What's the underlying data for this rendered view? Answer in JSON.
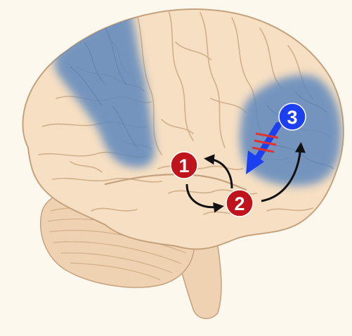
{
  "markers": [
    {
      "label": "1",
      "color": "#c0141d",
      "role": "red-node"
    },
    {
      "label": "2",
      "color": "#c0141d",
      "role": "red-node"
    },
    {
      "label": "3",
      "color": "#1c3ff0",
      "role": "blue-node"
    }
  ],
  "colors": {
    "background": "#fcf8ee",
    "brain_fill": "#f6dfc2",
    "brain_outline": "#c4a27e",
    "gyri_lines": "#d2b08a",
    "cerebellum_fill": "#efd2b2",
    "highlight_region": "#5f88bd",
    "red_marker": "#c0141d",
    "blue_marker": "#1c3ff0",
    "blocked_arrow": "#1c3ff0",
    "block_mark": "#e0332f",
    "connection_arrows": "#111111"
  },
  "icons": {
    "blocked_connection": "blocked-arrow-icon",
    "connections": "curved-arrow-icon"
  }
}
